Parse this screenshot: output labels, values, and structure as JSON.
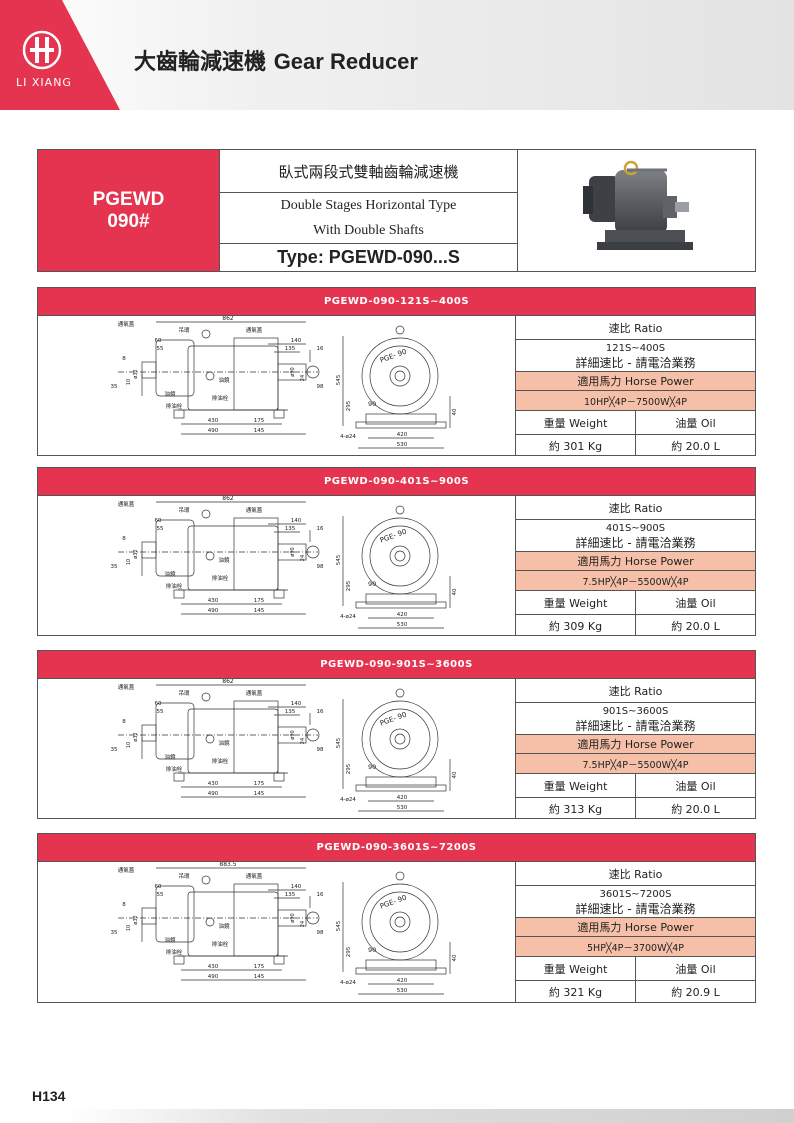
{
  "header": {
    "logo_text": "LI XIANG",
    "title_zh": "大齒輪減速機",
    "title_en": "Gear Reducer"
  },
  "product": {
    "code_line1": "PGEWD",
    "code_line2": "090#",
    "desc_zh": "臥式兩段式雙軸齒輪減速機",
    "desc_en_line1": "Double Stages Horizontal Type",
    "desc_en_line2": "With Double Shafts",
    "type": "Type: PGEWD-090...S"
  },
  "drawing_labels": {
    "dim_862": "862",
    "dim_883": "883.5",
    "dim_140": "140",
    "dim_135": "135",
    "dim_60": "60",
    "dim_55": "55",
    "dim_8": "8",
    "dim_10": "10",
    "dim_32": "ø32",
    "dim_35": "35",
    "dim_90": "ø90",
    "dim_16": "16",
    "dim_24": "24",
    "dim_98": "98",
    "dim_545": "545",
    "dim_295": "295",
    "dim_90b": "90",
    "dim_40": "40",
    "dim_430": "430",
    "dim_175": "175",
    "dim_490": "490",
    "dim_145": "145",
    "dim_420": "420",
    "dim_530": "530",
    "dim_bolt": "4-ø24",
    "plate": "PGE- 90",
    "lbl_vent": "通氣蓋",
    "lbl_hook": "吊環",
    "lbl_gauge": "油鏡",
    "lbl_drain": "排油栓"
  },
  "labels": {
    "ratio": "速比 Ratio",
    "detail": "詳細速比 - 請電洽業務",
    "hp": "適用馬力 Horse Power",
    "weight": "重量 Weight",
    "oil": "油量 Oil"
  },
  "sections": [
    {
      "title": "PGEWD-090-121S~400S",
      "ratio": "121S~400S",
      "hp": "10HP╳4P－7500W╳4P",
      "weight": "約 301 Kg",
      "oil": "約 20.0 L"
    },
    {
      "title": "PGEWD-090-401S~900S",
      "ratio": "401S~900S",
      "hp": "7.5HP╳4P－5500W╳4P",
      "weight": "約 309 Kg",
      "oil": "約 20.0 L"
    },
    {
      "title": "PGEWD-090-901S~3600S",
      "ratio": "901S~3600S",
      "hp": "7.5HP╳4P－5500W╳4P",
      "weight": "約 313 Kg",
      "oil": "約 20.0 L"
    },
    {
      "title": "PGEWD-090-3601S~7200S",
      "ratio": "3601S~7200S",
      "hp": "5HP╳4P－3700W╳4P",
      "weight": "約 321 Kg",
      "oil": "約 20.9 L"
    }
  ],
  "footer": {
    "page": "H134"
  },
  "colors": {
    "brand": "#e4344f",
    "highlight": "#f6bfa8"
  }
}
